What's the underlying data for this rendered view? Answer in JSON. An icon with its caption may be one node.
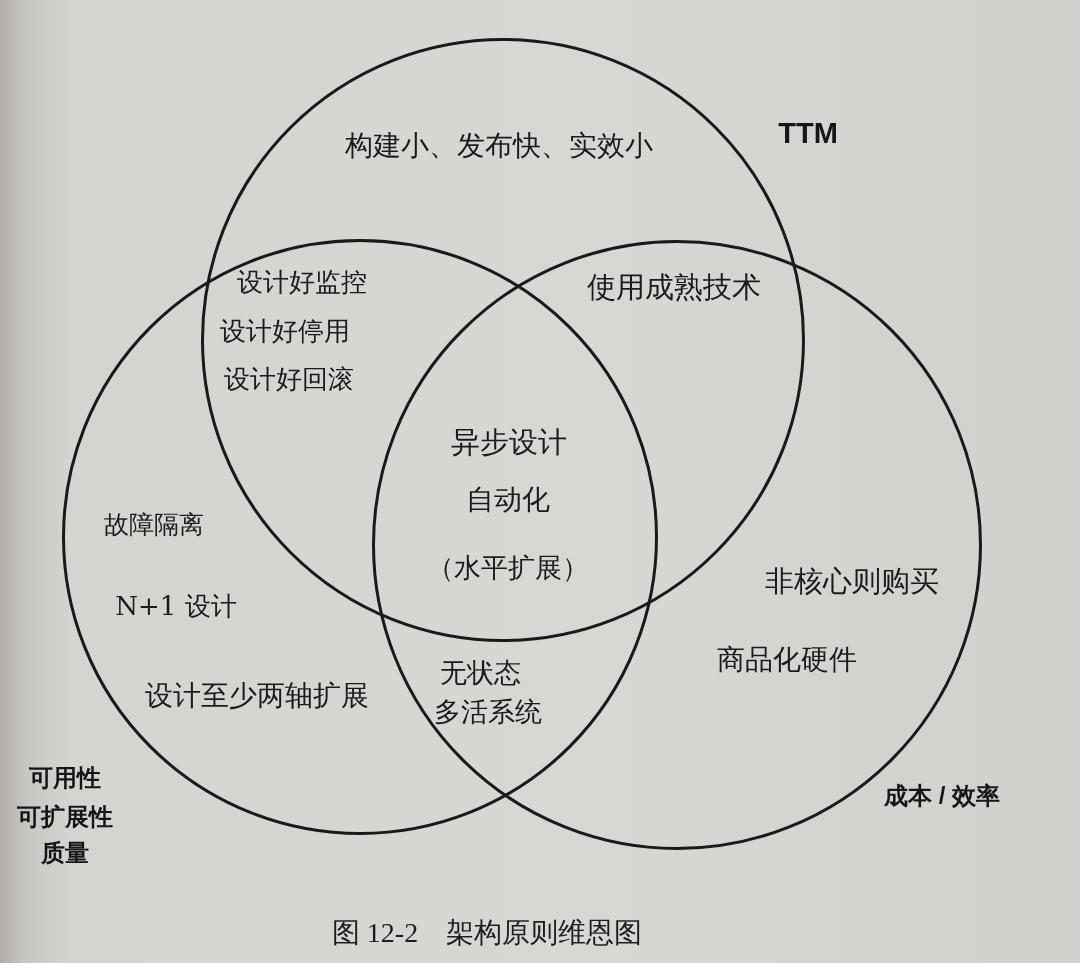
{
  "diagram": {
    "caption": "图 12-2　架构原则维恩图",
    "nodes": [
      {
        "text": [
          "TTM"
        ]
      },
      {
        "text": [
          "可用性",
          "可扩展性",
          "质量"
        ]
      },
      {
        "text": [
          "成本 / 效率"
        ]
      }
    ],
    "labels": [
      "构建小、发布快、实效小",
      "设计好监控",
      "使用成熟技术",
      "设计好停用",
      "设计好回滚",
      "异步设计",
      "自动化",
      "故障隔离",
      "（水平扩展）",
      "非核心则购买",
      "N+1 设计",
      "商品化硬件",
      "无状态",
      "设计至少两轴扩展",
      "多活系统"
    ]
  }
}
